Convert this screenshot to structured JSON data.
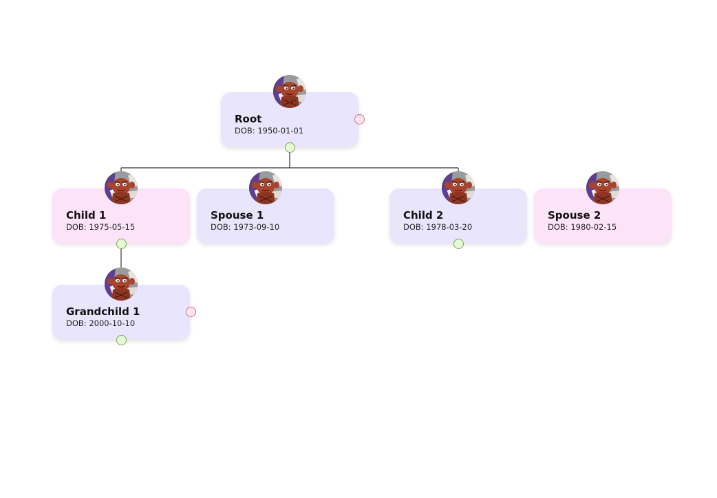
{
  "colors": {
    "blood_card": "#e9e5fc",
    "spouse_card": "#fce3f8",
    "child_handle_fill": "#e3fbd2",
    "child_handle_border": "#7aa35a",
    "spouse_handle_fill": "#ffe6ec",
    "spouse_handle_border": "#d76b84",
    "connector": "#333333"
  },
  "nodes": [
    {
      "id": "root",
      "name": "Root",
      "dob": "DOB: 1950-01-01",
      "kind": "blood",
      "child_handle": true,
      "spouse_handle": true
    },
    {
      "id": "child-1",
      "name": "Child 1",
      "dob": "DOB: 1975-05-15",
      "kind": "spouse",
      "child_handle": true,
      "spouse_handle": false
    },
    {
      "id": "spouse-1",
      "name": "Spouse 1",
      "dob": "DOB: 1973-09-10",
      "kind": "blood",
      "child_handle": false,
      "spouse_handle": false
    },
    {
      "id": "child-2",
      "name": "Child 2",
      "dob": "DOB: 1978-03-20",
      "kind": "blood",
      "child_handle": true,
      "spouse_handle": false
    },
    {
      "id": "spouse-2",
      "name": "Spouse 2",
      "dob": "DOB: 1980-02-15",
      "kind": "spouse",
      "child_handle": false,
      "spouse_handle": false
    },
    {
      "id": "grandchild-1",
      "name": "Grandchild 1",
      "dob": "DOB: 2000-10-10",
      "kind": "blood",
      "child_handle": true,
      "spouse_handle": true
    }
  ],
  "edges": [
    {
      "from": "root",
      "to": "child-1"
    },
    {
      "from": "root",
      "to": "child-2"
    },
    {
      "from": "child-1",
      "to": "grandchild-1"
    }
  ],
  "avatar_icon": "cartoon-character-avatar-icon"
}
